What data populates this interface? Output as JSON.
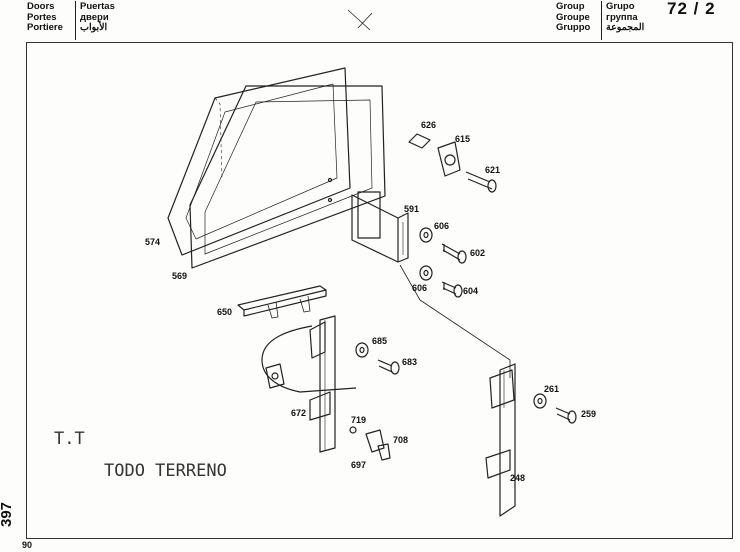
{
  "header": {
    "col1": [
      "Doors",
      "Portes",
      "Portiere"
    ],
    "col2": [
      "Puertas",
      "двери",
      "الأبواب"
    ],
    "col3": [
      "Group",
      "Groupe",
      "Gruppo"
    ],
    "col4": [
      "Grupo",
      "группа",
      "المجموعة"
    ],
    "group_number": "72 / 2"
  },
  "page": {
    "side_number": "397",
    "footer_number": "90"
  },
  "handwriting": {
    "line1": "T.T",
    "line2": "TODO TERRENO"
  },
  "callouts": {
    "c626": "626",
    "c615": "615",
    "c621": "621",
    "c591": "591",
    "c606a": "606",
    "c602": "602",
    "c606b": "606",
    "c604": "604",
    "c574": "574",
    "c569": "569",
    "c650": "650",
    "c685": "685",
    "c683": "683",
    "c261": "261",
    "c259": "259",
    "c672": "672",
    "c719": "719",
    "c708": "708",
    "c697": "697",
    "c248": "248"
  }
}
